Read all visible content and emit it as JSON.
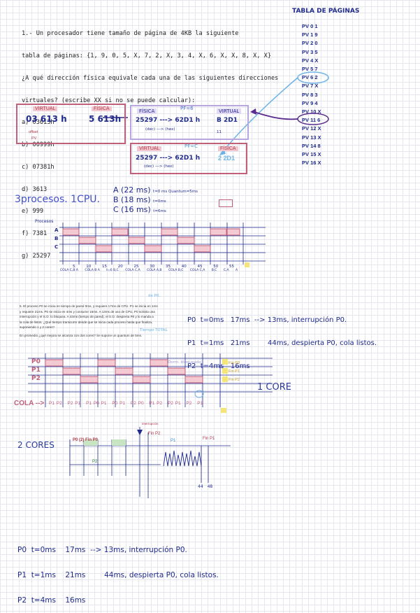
{
  "question": {
    "lines": [
      "1.- Un procesador tiene tamaño de página de 4KB la siguiente",
      "tabla de páginas: {1, 9, 0, 5, X, 7, 2, X, 3, 4, X, 6, X, X, 8, X, X}",
      "¿A qué dirección física equivale cada una de las siguientes direcciones",
      "virtuales? (escribe XX si no se puede calcular):"
    ],
    "options": [
      "a) 03613h",
      "b) 00999h",
      "c) 07381h",
      "d) 3613",
      "e) 999",
      "f) 7381",
      "g) 25297"
    ]
  },
  "page_table": {
    "title": "TABLA DE PÁGINAS",
    "rows": [
      {
        "page": "PV 0",
        "frame": "1"
      },
      {
        "page": "PV 1",
        "frame": "9"
      },
      {
        "page": "PV 2",
        "frame": "0"
      },
      {
        "page": "PV 3",
        "frame": "5"
      },
      {
        "page": "PV 4",
        "frame": "X"
      },
      {
        "page": "PV 5",
        "frame": "7"
      },
      {
        "page": "PV 6",
        "frame": "2"
      },
      {
        "page": "PV 7",
        "frame": "X"
      },
      {
        "page": "PV 8",
        "frame": "3"
      },
      {
        "page": "PV 9",
        "frame": "4"
      },
      {
        "page": "PV 10",
        "frame": "X"
      },
      {
        "page": "PV 11",
        "frame": "6"
      },
      {
        "page": "PV 12",
        "frame": "X"
      },
      {
        "page": "PV 13",
        "frame": "X"
      },
      {
        "page": "PV 14",
        "frame": "8"
      },
      {
        "page": "PV 15",
        "frame": "X"
      },
      {
        "page": "PV 16",
        "frame": "X"
      }
    ]
  },
  "box_a": {
    "virtual_label": "VIRTUAL",
    "fisica_label": "FÍSICA",
    "virtual_value": "03 613 h",
    "fisica_value": "5 613h",
    "note_top": "offset",
    "note_bottom": "PV"
  },
  "box_b": {
    "fisica_label": "FÍSICA",
    "virtual_label": "VIRTUAL",
    "pf": "PF=6",
    "calc": "25297 ---> 62D1 h",
    "conv": "(dec) ---> (hex)",
    "virtual_value": "B 2D1",
    "aside": "11"
  },
  "box_c": {
    "virtual_label": "VIRTUAL",
    "fisica_label": "FÍSICA",
    "pf": "PF=C",
    "calc": "25297 ---> 62D1 h",
    "conv": "(dec) ---> (hex)",
    "fisica_value": "2 2D1"
  },
  "procs": {
    "title": "3procesos. 1CPU.",
    "a": "A (22 ms)",
    "a_note": "t=0 ms   Quantum=5ms",
    "b": "B (18 ms)",
    "b_note": "t=0ms",
    "c": "C (16 ms)",
    "c_note": "t=6ms",
    "gantt_title": "Procesos",
    "rows": [
      "A",
      "B",
      "C"
    ],
    "axis": [
      "5",
      "10",
      "15",
      "20",
      "25",
      "30",
      "35",
      "40",
      "45",
      "50",
      "55"
    ],
    "queue": [
      "COLA C,B A",
      "COLA B A",
      "t=6 B,C",
      "COLA C,A",
      "COLA A,B",
      "COLA B,C",
      "COLA C,A",
      "B,C",
      "C,A",
      "A"
    ]
  },
  "exercise5": {
    "text": [
      "5. El proceso P0 se inicia en tiempo de pared 0ms, y requiere 17ms de CPU. P1 se inicia en 1ms",
      "y requiere 21ms. P0 se inicia en 4ms y consume 16ms. A 13ms de uso de CPU, P0 solicita una",
      "interrupción y el S.O. lo bloquea. A 44ms (tiempo de pared), el S.O. despierta P0 y lo manda a",
      "la cola de listos. ¿Qué tiempo transcurre desde que se inicia cada proceso hasta que finaliza,",
      "suponiendo 1 y 2 cores?",
      "En promedio ¿qué mejora se alcanza con dos cores? Se supone un quantum de 5ms."
    ],
    "annot_de": "de P0.",
    "annot_total": "Tiempo TOTAL",
    "p0": "P0  t=0ms   17ms  --> 13ms, interrupción P0.",
    "p1": "P1  t=1ms   21ms        44ms, despierta P0, cola listos.",
    "p2": "P2  t=4ms   16ms"
  },
  "gantt1": {
    "rows": [
      "P0",
      "P1",
      "P2"
    ],
    "label": "1 CORE",
    "cola": "COLA -->",
    "queue_items": [
      "P1 P2",
      "P2 P1",
      "P1 P0 P1",
      "P0 P1",
      "P2 P0",
      "P1 P2",
      "P2 P1",
      "P2",
      "P1"
    ],
    "done": [
      "Fin P0",
      "Fin P1",
      "Fin P2"
    ],
    "blocked": "Dorm. bloqueado"
  },
  "gantt2": {
    "title": "2 CORES",
    "p0_fin": "P0 (2) Fin P0",
    "p2_fin": "Fin P2",
    "p1": "P1",
    "p2": "P2",
    "fin_p1": "Fin P1",
    "interrupcion": "interrupción",
    "ticks": [
      "44",
      "48"
    ]
  },
  "summary": {
    "p0": "P0  t=0ms    17ms  --> 13ms, interrupción P0.",
    "p1": "P1  t=1ms    21ms        44ms, despierta P0, cola listos.",
    "p2": "P2  t=4ms    16ms"
  }
}
